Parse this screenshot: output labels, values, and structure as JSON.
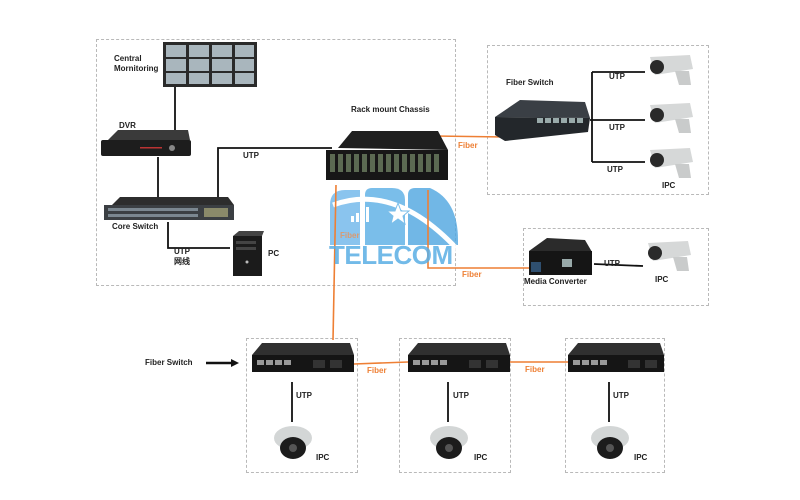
{
  "diagram": {
    "colors": {
      "fiber": "#ee7f34",
      "utp": "#111111",
      "logo": "#5aaee5",
      "device": "#1e1e1e"
    },
    "watermark": {
      "small": "Fiber",
      "big": "TELECOM"
    },
    "nodes": {
      "central_monitoring": {
        "label_line1": "Central",
        "label_line2": "Mornitoring"
      },
      "dvr": {
        "label": "DVR"
      },
      "core_switch": {
        "label": "Core Switch"
      },
      "pc": {
        "label": "PC"
      },
      "rack_chassis": {
        "label": "Rack mount Chassis"
      },
      "fiber_switch_top": {
        "label": "Fiber Switch"
      },
      "media_converter": {
        "label": "Media Converter"
      },
      "fiber_switch_bottom_pointer": {
        "label": "Fiber Switch"
      }
    },
    "links": {
      "utp_core_to_rack": "UTP",
      "utp_core_to_pc": "UTP",
      "utp_core_to_pc_cn": "网线",
      "fiber_rack_to_switch": "Fiber",
      "fiber_rack_to_converter": "Fiber",
      "fiber_chain_1": "Fiber",
      "fiber_chain_2": "Fiber",
      "utp_switch_cam1": "UTP",
      "utp_switch_cam2": "UTP",
      "utp_switch_cam3": "UTP",
      "utp_converter_cam": "UTP",
      "utp_bottom_1": "UTP",
      "utp_bottom_2": "UTP",
      "utp_bottom_3": "UTP"
    },
    "cameras": {
      "ipc_label": "IPC"
    }
  }
}
